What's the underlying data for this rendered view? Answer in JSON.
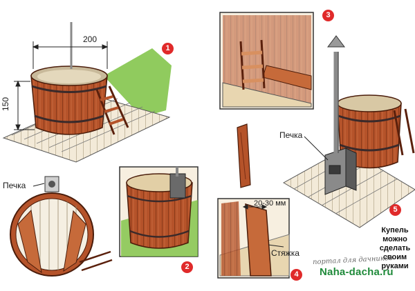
{
  "labels": {
    "width_dim": "200",
    "height_dim": "150",
    "stove_top": "Печка",
    "stove_right": "Печка",
    "gap_dim": "20-30 мм",
    "tie": "Стяжка"
  },
  "badges": [
    "1",
    "2",
    "3",
    "4",
    "5"
  ],
  "caption": [
    "Купель",
    "можно",
    "сделать",
    "своим",
    "руками"
  ],
  "watermark": {
    "line1": "портал для дачников",
    "line2": "Naha-dacha.ru"
  },
  "colors": {
    "wood": "#b5532a",
    "wood_dark": "#7a2e14",
    "grass": "#7cc242",
    "badge": "#e02a2a",
    "hoop": "#4a3a3a"
  }
}
